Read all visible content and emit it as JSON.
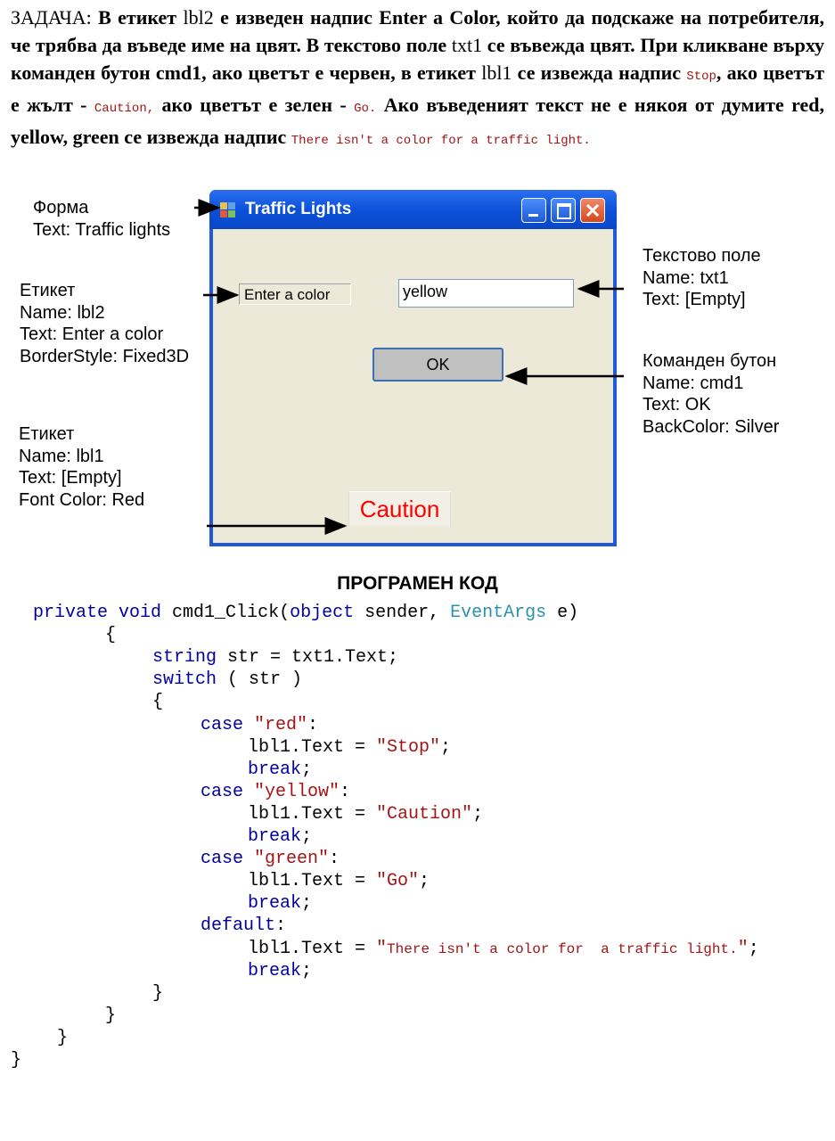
{
  "task": {
    "parts": [
      {
        "t": "ЗАДАЧА: ",
        "s": "n"
      },
      {
        "t": " В етикет ",
        "s": "b"
      },
      {
        "t": "lbl2",
        "s": "n"
      },
      {
        "t": " е изведен надпис Enter a Color, който да подскаже на потребителя, че трябва да въведе име на цвят. В текстово поле ",
        "s": "b"
      },
      {
        "t": "txt1",
        "s": "n"
      },
      {
        "t": "  се въвежда цвят. При кликване върху команден бутон cmd1, ако цветът е червен, в етикет ",
        "s": "b"
      },
      {
        "t": "lbl1",
        "s": "n"
      },
      {
        "t": " се извежда надпис ",
        "s": "b"
      },
      {
        "t": "Stop",
        "s": "code"
      },
      {
        "t": ", ако цветът е жълт - ",
        "s": "b"
      },
      {
        "t": "Caution,",
        "s": "code"
      },
      {
        "t": " ако цветът е зелен - ",
        "s": "b"
      },
      {
        "t": "Go.",
        "s": "code"
      },
      {
        "t": "  Ако въведеният текст не е някоя от думите red, yellow, green се извежда надпис ",
        "s": "b"
      },
      {
        "t": "There isn't a color for  a traffic light.",
        "s": "code"
      }
    ]
  },
  "annotations": {
    "form": [
      "Форма",
      "Text: Traffic lights"
    ],
    "lbl2": [
      "Етикет",
      "Name: lbl2",
      "Text: Enter a color",
      "BorderStyle: Fixed3D"
    ],
    "lbl1": [
      "Етикет",
      "Name: lbl1",
      "Text: [Empty]",
      "Font Color: Red"
    ],
    "txt1": [
      "Текстово поле",
      "Name: txt1",
      "Text: [Empty]"
    ],
    "cmd1": [
      "Команден бутон",
      "Name: cmd1",
      "Text: OK",
      "BackColor: Silver"
    ]
  },
  "window": {
    "title": "Traffic Lights",
    "lbl2_text": "Enter a color",
    "txt1_value": "yellow",
    "cmd1_label": "OK",
    "lbl1_text": "Caution",
    "icons": [
      "app-icon",
      "minimize-icon",
      "maximize-icon",
      "close-icon"
    ],
    "colors": {
      "titlebar": "#0b4fd8",
      "client": "#ece9d8",
      "button_back": "#c0c0c0",
      "lbl1_font": "#ff0000"
    }
  },
  "code_title": "ПРОГРАМЕН КОД",
  "code_lines": [
    [
      {
        "t": "private",
        "c": "kw"
      },
      {
        "t": " "
      },
      {
        "t": "void",
        "c": "kw"
      },
      {
        "t": " cmd1_Click("
      },
      {
        "t": "object",
        "c": "kw"
      },
      {
        "t": " sender, "
      },
      {
        "t": "EventArgs",
        "c": "ty"
      },
      {
        "t": " e)"
      }
    ],
    [
      {
        "t": "{"
      }
    ],
    [
      {
        "t": "string",
        "c": "kw"
      },
      {
        "t": " str = txt1.Text;"
      }
    ],
    [
      {
        "t": "switch",
        "c": "kw"
      },
      {
        "t": " ( str )"
      }
    ],
    [
      {
        "t": "{"
      }
    ],
    [
      {
        "t": "case",
        "c": "kw"
      },
      {
        "t": " "
      },
      {
        "t": "\"red\"",
        "c": "st"
      },
      {
        "t": ":"
      }
    ],
    [
      {
        "t": "lbl1.Text = "
      },
      {
        "t": "\"Stop\"",
        "c": "st"
      },
      {
        "t": ";"
      }
    ],
    [
      {
        "t": "break",
        "c": "kw"
      },
      {
        "t": ";"
      }
    ],
    [
      {
        "t": "case",
        "c": "kw"
      },
      {
        "t": " "
      },
      {
        "t": "\"yellow\"",
        "c": "st"
      },
      {
        "t": ":"
      }
    ],
    [
      {
        "t": "lbl1.Text = "
      },
      {
        "t": "\"Caution\"",
        "c": "st"
      },
      {
        "t": ";"
      }
    ],
    [
      {
        "t": "break",
        "c": "kw"
      },
      {
        "t": ";"
      }
    ],
    [
      {
        "t": "case",
        "c": "kw"
      },
      {
        "t": " "
      },
      {
        "t": "\"green\"",
        "c": "st"
      },
      {
        "t": ":"
      }
    ],
    [
      {
        "t": "lbl1.Text = "
      },
      {
        "t": "\"Go\"",
        "c": "st"
      },
      {
        "t": ";"
      }
    ],
    [
      {
        "t": "break",
        "c": "kw"
      },
      {
        "t": ";"
      }
    ],
    [
      {
        "t": "default",
        "c": "kw"
      },
      {
        "t": ":"
      }
    ],
    [
      {
        "t": "lbl1.Text = "
      },
      {
        "t": "\"",
        "c": "st"
      },
      {
        "t": "There isn't a color for  a traffic light.",
        "c": "st sm"
      },
      {
        "t": "\"",
        "c": "st"
      },
      {
        "t": ";"
      }
    ],
    [
      {
        "t": "break",
        "c": "kw"
      },
      {
        "t": ";"
      }
    ],
    [
      {
        "t": "}"
      }
    ],
    [
      {
        "t": "}"
      }
    ],
    [
      {
        "t": "}"
      }
    ],
    [
      {
        "t": "}"
      }
    ]
  ]
}
